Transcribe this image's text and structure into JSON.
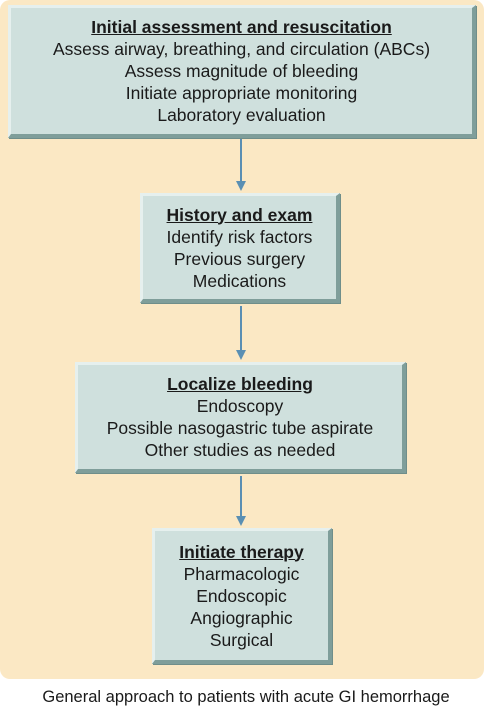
{
  "boxes": [
    {
      "title": "Initial assessment and resuscitation",
      "lines": [
        "Assess airway, breathing, and circulation (ABCs)",
        "Assess magnitude of bleeding",
        "Initiate appropriate monitoring",
        "Laboratory evaluation"
      ]
    },
    {
      "title": "History and exam",
      "lines": [
        "Identify risk factors",
        "Previous surgery",
        "Medications"
      ]
    },
    {
      "title": "Localize bleeding",
      "lines": [
        "Endoscopy",
        "Possible nasogastric tube aspirate",
        "Other studies as needed"
      ]
    },
    {
      "title": "Initiate therapy",
      "lines": [
        "Pharmacologic",
        "Endoscopic",
        "Angiographic",
        "Surgical"
      ]
    }
  ],
  "caption": "General approach to patients with acute GI hemorrhage",
  "colors": {
    "panel_background": "#fbe8c4",
    "box_fill": "#cfe0dd",
    "arrow": "#5a8fb3"
  }
}
